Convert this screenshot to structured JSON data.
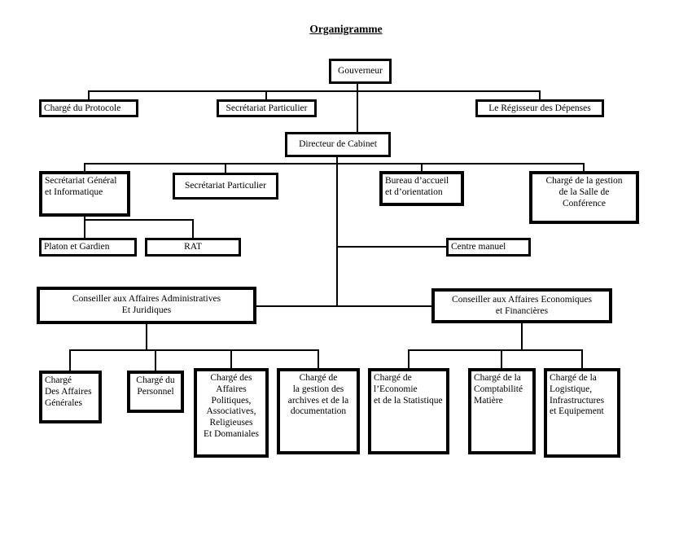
{
  "title": "Organigramme",
  "nodes": {
    "gouverneur": {
      "label": "Gouverneur"
    },
    "charge_du_protocole": {
      "label": "Chargé du Protocole"
    },
    "secretariat_particulier_haut": {
      "label": "Secrétariat Particulier"
    },
    "regisseur_des_depenses": {
      "label": "Le Régisseur des Dépenses"
    },
    "directeur_de_cabinet": {
      "label": "Directeur de Cabinet"
    },
    "secretariat_general_informatique": {
      "label": "Secrétariat Général\net Informatique"
    },
    "secretariat_particulier_cabinet": {
      "label": "Secrétariat Particulier"
    },
    "bureau_accueil_orientation": {
      "label": "Bureau d’accueil\net d’orientation"
    },
    "charge_gestion_salle_conference": {
      "label": "Chargé de la gestion\nde la Salle de\nConférence"
    },
    "platon_et_gardien": {
      "label": "Platon et Gardien"
    },
    "rat": {
      "label": "RAT"
    },
    "centre_manuel": {
      "label": "Centre manuel"
    },
    "conseiller_affaires_administratives": {
      "label": "Conseiller aux Affaires Administratives\nEt Juridiques"
    },
    "conseiller_affaires_economiques": {
      "label": "Conseiller aux Affaires Economiques\net Financières"
    },
    "charge_affaires_generales": {
      "label": "Chargé\nDes Affaires\nGénérales"
    },
    "charge_du_personnel": {
      "label": "Chargé du\nPersonnel"
    },
    "charge_affaires_politiques": {
      "label": "Chargé des\nAffaires\nPolitiques,\nAssociatives,\nReligieuses\nEt Domaniales"
    },
    "charge_gestion_archives": {
      "label": "Chargé de\nla gestion des\narchives et de la\ndocumentation"
    },
    "charge_economie_statistique": {
      "label": "Chargé de\nl’Economie\net de la Statistique"
    },
    "charge_comptabilite_matiere": {
      "label": "Chargé de la\nComptabilité\nMatière"
    },
    "charge_logistique_infrastructures": {
      "label": "Chargé de la\nLogistique,\nInfrastructures\net Equipement"
    }
  }
}
